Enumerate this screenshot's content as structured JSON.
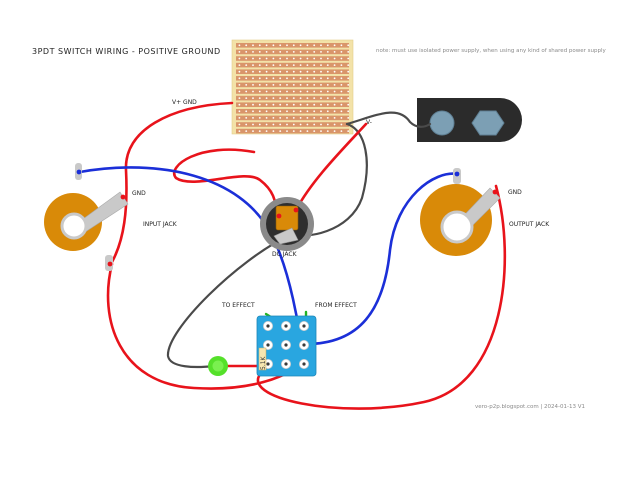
{
  "title": "3PDT SWITCH WIRING - POSITIVE GROUND",
  "note": "note: must use isolated power supply, when using any kind of shared power supply",
  "labels": {
    "v_plus_gnd": "V+ GND",
    "v_minus": "V-",
    "input_gnd": "GND",
    "input_jack": "INPUT JACK",
    "dc_jack": "DC JACK",
    "output_gnd": "GND",
    "output_jack": "OUTPUT JACK",
    "to_effect": "TO EFFECT",
    "from_effect": "FROM EFFECT",
    "resistor": "5.1K"
  },
  "credit": "vero-p2p.blogspot.com  |  2024-01-13 V1",
  "colors": {
    "wire_red": "#e8131b",
    "wire_blue": "#1b2fd8",
    "wire_grey": "#4a4a4a",
    "wire_green": "#23b323",
    "jack_body": "#d98a08",
    "jack_lug": "#c9c9c9",
    "switch_body": "#29a6e0",
    "led": "#55e02a",
    "vero_board": "#f3e2a8",
    "vero_strip": "#d9956a",
    "dc_socket_body": "#2b2b2b",
    "dc_socket_plug": "#7c9fb4"
  }
}
